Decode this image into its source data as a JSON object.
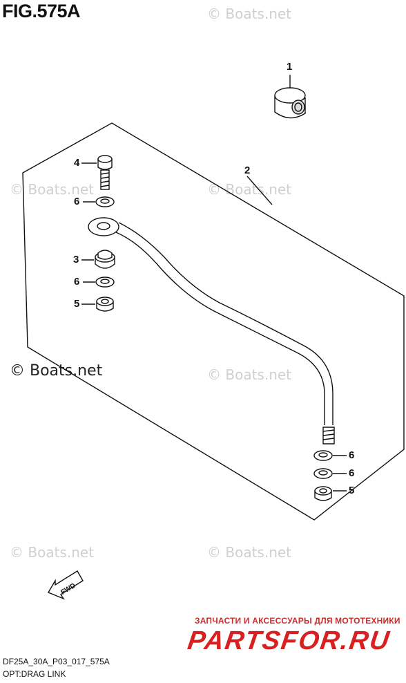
{
  "figure_title": "FIG.575A",
  "watermark_text": "© Boats.net",
  "parts": {
    "nut_1": "1",
    "drag_link_2": "2",
    "washer_3": "3",
    "bolt_4": "4",
    "nut_5_top": "5",
    "washer_6_a": "6",
    "washer_6_b": "6",
    "washer_6_c": "6",
    "washer_6_d": "6",
    "nut_5_bottom": "5"
  },
  "fwd_label": "FWD",
  "footer": {
    "model_code": "DF25A_30A_P03_017_575A",
    "diagram_name": "OPT:DRAG LINK"
  },
  "brand": {
    "tagline": "ЗАПЧАСТИ И АКСЕССУАРЫ ДЛЯ МОТОТЕХНИКИ",
    "logo": "PARTSFOR.RU"
  },
  "colors": {
    "ink": "#111111",
    "brand_red": "#d92020",
    "watermark": "#cfcfcf"
  }
}
